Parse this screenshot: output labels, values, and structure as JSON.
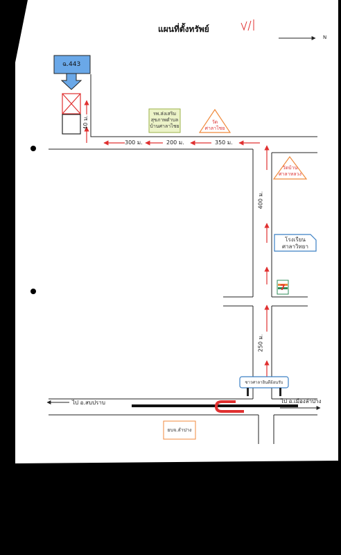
{
  "title": "แผนที่ตั้งทรัพย์",
  "handwritten_note": "ง/1",
  "north_label": "N",
  "property_label": "ฉ.443",
  "distances": {
    "d40": "40 ม.",
    "d300": "300 ม.",
    "d200": "200 ม.",
    "d350": "350 ม.",
    "d400": "400 ม.",
    "d250": "250 ม."
  },
  "landmarks": {
    "health_center": [
      "รพ.ส่งเสริม",
      "สุขภาพตำบล",
      "บ้านศาลาไชย"
    ],
    "temple_salachai": [
      "วัด",
      "ศาลาไชย"
    ],
    "temple_salaluang": [
      "วัดบ้าน",
      "ศาลาหลวง"
    ],
    "school": [
      "โรงเรียน",
      "ศาลาวิทยา"
    ],
    "shop_7_eleven": "7-Eleven",
    "bus_stop": "ซาวศาลาอินดีย้อนรับ",
    "police": "ยบจ.ลำปาง"
  },
  "directions": {
    "left": "ไป อ.สบปราบ",
    "right": "ไป อ.เมืองลำปาง"
  },
  "colors": {
    "paper": "#ffffff",
    "road": "#222222",
    "arrow": "#e03030",
    "blue_box": "#6aa8e8",
    "orange": "#f08a3c",
    "school_blue": "#3a7fc4",
    "health_box": "#ecf3c8"
  }
}
